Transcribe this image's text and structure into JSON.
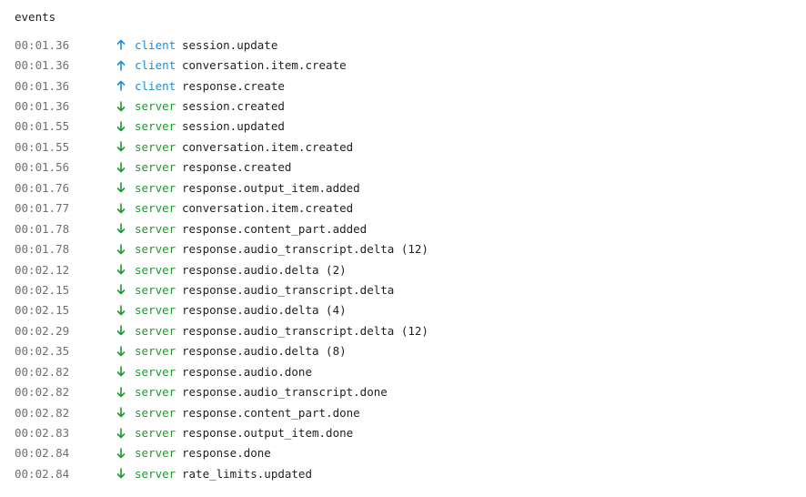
{
  "panel": {
    "title": "events"
  },
  "colors": {
    "client": "#1a8fd6",
    "server": "#1b9a2c",
    "timestamp": "#707070",
    "text": "#1f1f1f"
  },
  "icons": {
    "client": "arrow-up-icon",
    "server": "arrow-down-icon"
  },
  "events": [
    {
      "time": "00:01.36",
      "source": "client",
      "name": "session.update"
    },
    {
      "time": "00:01.36",
      "source": "client",
      "name": "conversation.item.create"
    },
    {
      "time": "00:01.36",
      "source": "client",
      "name": "response.create"
    },
    {
      "time": "00:01.36",
      "source": "server",
      "name": "session.created"
    },
    {
      "time": "00:01.55",
      "source": "server",
      "name": "session.updated"
    },
    {
      "time": "00:01.55",
      "source": "server",
      "name": "conversation.item.created"
    },
    {
      "time": "00:01.56",
      "source": "server",
      "name": "response.created"
    },
    {
      "time": "00:01.76",
      "source": "server",
      "name": "response.output_item.added"
    },
    {
      "time": "00:01.77",
      "source": "server",
      "name": "conversation.item.created"
    },
    {
      "time": "00:01.78",
      "source": "server",
      "name": "response.content_part.added"
    },
    {
      "time": "00:01.78",
      "source": "server",
      "name": "response.audio_transcript.delta (12)"
    },
    {
      "time": "00:02.12",
      "source": "server",
      "name": "response.audio.delta (2)"
    },
    {
      "time": "00:02.15",
      "source": "server",
      "name": "response.audio_transcript.delta"
    },
    {
      "time": "00:02.15",
      "source": "server",
      "name": "response.audio.delta (4)"
    },
    {
      "time": "00:02.29",
      "source": "server",
      "name": "response.audio_transcript.delta (12)"
    },
    {
      "time": "00:02.35",
      "source": "server",
      "name": "response.audio.delta (8)"
    },
    {
      "time": "00:02.82",
      "source": "server",
      "name": "response.audio.done"
    },
    {
      "time": "00:02.82",
      "source": "server",
      "name": "response.audio_transcript.done"
    },
    {
      "time": "00:02.82",
      "source": "server",
      "name": "response.content_part.done"
    },
    {
      "time": "00:02.83",
      "source": "server",
      "name": "response.output_item.done"
    },
    {
      "time": "00:02.84",
      "source": "server",
      "name": "response.done"
    },
    {
      "time": "00:02.84",
      "source": "server",
      "name": "rate_limits.updated"
    }
  ]
}
